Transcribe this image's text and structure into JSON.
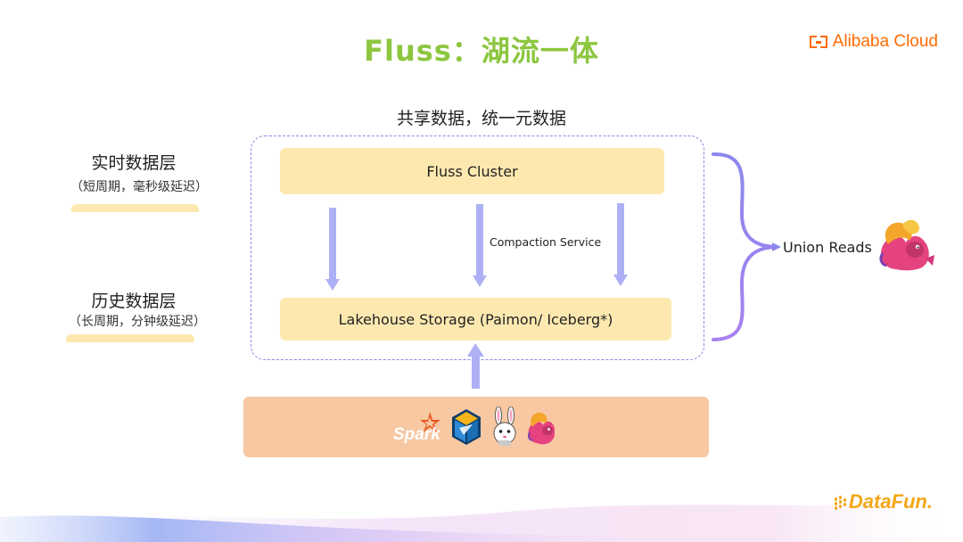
{
  "header": {
    "title": "Fluss：湖流一体",
    "brand": "Alibaba Cloud"
  },
  "diagram": {
    "subtitle": "共享数据，统一元数据",
    "realtime_layer": {
      "title": "实时数据层",
      "desc": "（短周期，毫秒级延迟）"
    },
    "history_layer": {
      "title": "历史数据层",
      "desc": "（长周期，分钟级延迟）"
    },
    "fluss_cluster": "Fluss Cluster",
    "compaction_service": "Compaction Service",
    "lakehouse_storage": "Lakehouse Storage (Paimon/ Iceberg*)",
    "union_reads": "Union Reads",
    "engines": [
      {
        "name": "Spark",
        "icon": "spark-logo-icon"
      },
      {
        "name": "StarRocks",
        "icon": "starrocks-logo-icon"
      },
      {
        "name": "Rabbit",
        "icon": "rabbit-logo-icon"
      },
      {
        "name": "Flink",
        "icon": "flink-logo-icon"
      }
    ]
  },
  "footer": {
    "brand": "DataFun."
  },
  "colors": {
    "title_green": "#8cc63f",
    "alibaba_orange": "#ff6a00",
    "box_yellow": "#fde9b0",
    "engine_bg": "#f7c8a2",
    "arrow_purple": "#aeb0f5",
    "dash_purple": "#8e86e8",
    "datafun_orange": "#f2a818"
  }
}
